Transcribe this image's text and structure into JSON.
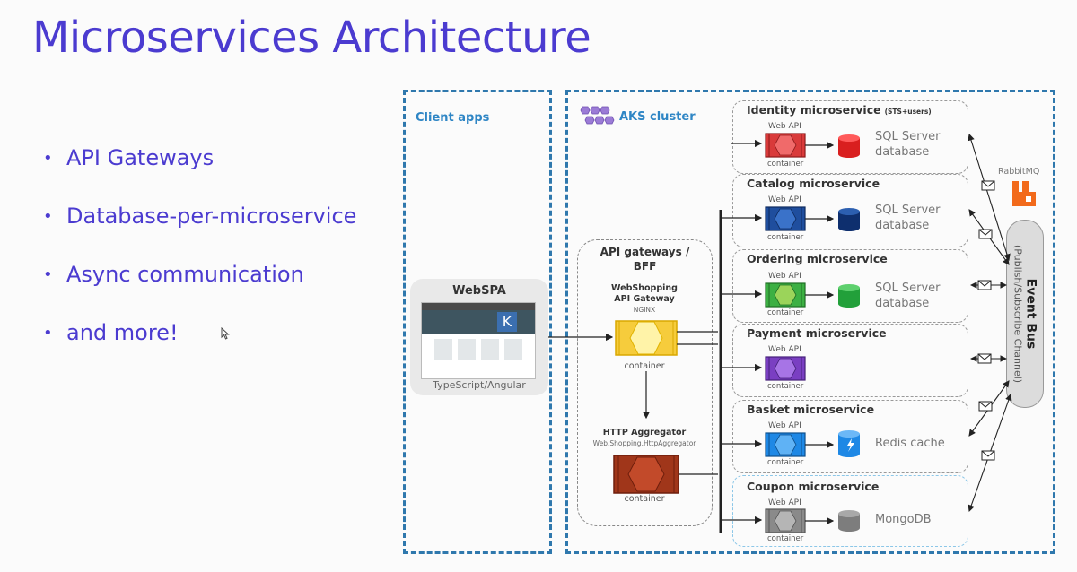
{
  "slide": {
    "title": "Microservices Architecture",
    "bullets": [
      "API Gateways",
      "Database-per-microservice",
      "Async communication",
      "and more!"
    ]
  },
  "diagram": {
    "client_apps_label": "Client apps",
    "aks_label": "AKS cluster",
    "webspa": {
      "title": "WebSPA",
      "caption": "TypeScript/Angular",
      "screen_letter": "K"
    },
    "gateway_group": {
      "title_line1": "API gateways /",
      "title_line2": "BFF",
      "gateway_name_line1": "WebShopping",
      "gateway_name_line2": "API Gateway",
      "gateway_tech": "NGINX",
      "gateway_container": "container",
      "aggregator_name": "HTTP Aggregator",
      "aggregator_tech": "Web.Shopping.HttpAggregator",
      "aggregator_container": "container"
    },
    "microservices": [
      {
        "title": "Identity microservice",
        "subtitle": "(STS+users)",
        "web_api": "Web API",
        "container": "container",
        "db_line1": "SQL Server",
        "db_line2": "database",
        "color": "#d93a3a"
      },
      {
        "title": "Catalog microservice",
        "subtitle": "",
        "web_api": "Web API",
        "container": "container",
        "db_line1": "SQL Server",
        "db_line2": "database",
        "color": "#1f4e9e"
      },
      {
        "title": "Ordering microservice",
        "subtitle": "",
        "web_api": "Web API",
        "container": "container",
        "db_line1": "SQL Server",
        "db_line2": "database",
        "color": "#3cb043"
      },
      {
        "title": "Payment microservice",
        "subtitle": "",
        "web_api": "Web API",
        "container": "container",
        "db_line1": "",
        "db_line2": "",
        "color": "#7a3fc2"
      },
      {
        "title": "Basket microservice",
        "subtitle": "",
        "web_api": "Web API",
        "container": "container",
        "db_line1": "Redis cache",
        "db_line2": "",
        "color": "#1e88e5"
      },
      {
        "title": "Coupon microservice",
        "subtitle": "",
        "web_api": "Web API",
        "container": "container",
        "db_line1": "MongoDB",
        "db_line2": "",
        "color": "#8a8a8a"
      }
    ],
    "rabbitmq_label": "RabbitMQ",
    "event_bus": {
      "title": "Event Bus",
      "subtitle": "(Publish/Subscribe Channel)"
    }
  },
  "colors": {
    "title": "#4b3bd0",
    "dashed_border": "#2f78ad",
    "gateway_yellow": "#f6cc3c",
    "aggregator_brown": "#a0361a",
    "rabbit_orange": "#f26a1b"
  }
}
